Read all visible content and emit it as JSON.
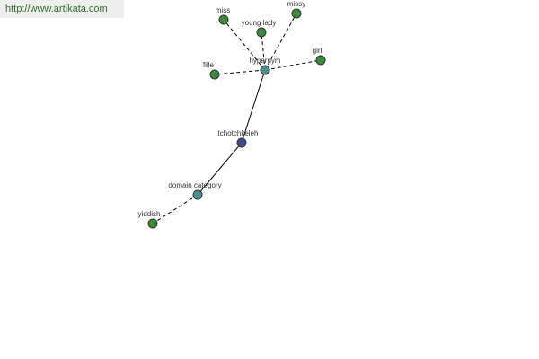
{
  "watermark": {
    "text": "http://www.artikata.com"
  },
  "colors": {
    "leaf": "#3d8a3d",
    "relation": "#4a8f8f",
    "center": "#3a4a8c"
  },
  "nodes": {
    "center": {
      "label": "tchotchkeleh",
      "kind": "center"
    },
    "hypernym": {
      "label": "hypernym",
      "kind": "relation"
    },
    "domain": {
      "label": "domain category",
      "kind": "relation"
    },
    "miss": {
      "label": "miss",
      "kind": "leaf"
    },
    "young_lady": {
      "label": "young lady",
      "kind": "leaf"
    },
    "missy": {
      "label": "missy",
      "kind": "leaf"
    },
    "girl": {
      "label": "girl",
      "kind": "leaf"
    },
    "fille": {
      "label": "fille",
      "kind": "leaf"
    },
    "yiddish": {
      "label": "yiddish",
      "kind": "leaf"
    }
  },
  "edges": [
    {
      "from": "center",
      "to": "hypernym",
      "style": "solid"
    },
    {
      "from": "center",
      "to": "domain",
      "style": "solid"
    },
    {
      "from": "hypernym",
      "to": "miss",
      "style": "dashed"
    },
    {
      "from": "hypernym",
      "to": "young_lady",
      "style": "dashed"
    },
    {
      "from": "hypernym",
      "to": "missy",
      "style": "dashed"
    },
    {
      "from": "hypernym",
      "to": "girl",
      "style": "dashed"
    },
    {
      "from": "hypernym",
      "to": "fille",
      "style": "dashed"
    },
    {
      "from": "domain",
      "to": "yiddish",
      "style": "dashed"
    }
  ]
}
